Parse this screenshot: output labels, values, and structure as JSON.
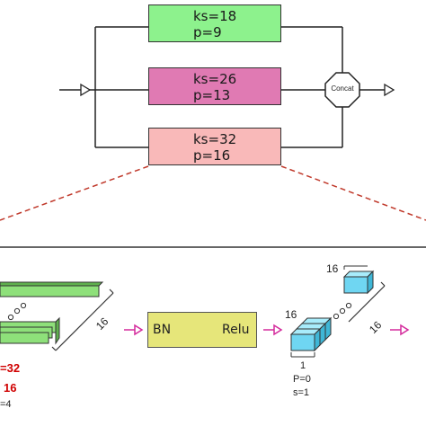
{
  "branches": [
    {
      "ks": "ks=18",
      "p": "p=9",
      "color": "#8df28d"
    },
    {
      "ks": "ks=26",
      "p": "p=13",
      "color": "#e07ab3"
    },
    {
      "ks": "ks=32",
      "p": "p=16",
      "color": "#f9b9b9"
    }
  ],
  "concat_label": "Concat",
  "detail": {
    "dim_left": "16",
    "bn_label": "BN",
    "relu_label": "Relu",
    "cube_top_label": "16",
    "cube_mid_label": "16",
    "dim_right": "16",
    "cube_front": "1",
    "cube_p": "P=0",
    "cube_s": "s=1",
    "left_red_1": "=32",
    "left_red_2": "16",
    "left_black": "=4"
  },
  "colors": {
    "conv_green": "#8ee07a",
    "cube_blue": "#6fd6f2",
    "arrow_magenta": "#d42a9c",
    "dash_red": "#c0392b",
    "bn_yellow": "#e6e67a"
  }
}
